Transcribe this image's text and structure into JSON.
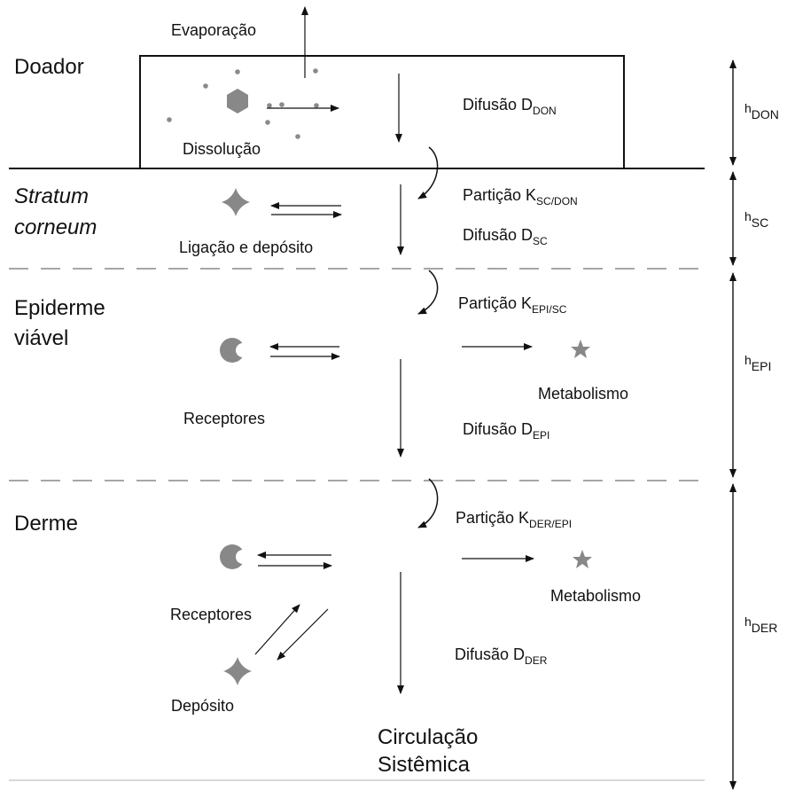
{
  "regions": {
    "donor": "Doador",
    "sc_line1": "Stratum",
    "sc_line2": "corneum",
    "epi_line1": "Epiderme",
    "epi_line2": "viável",
    "derm": "Derme",
    "circ_line1": "Circulação",
    "circ_line2": "Sistêmica"
  },
  "processes": {
    "evaporation": "Evaporação",
    "dissolution": "Dissolução",
    "binding_depot": "Ligação e depósito",
    "receptors_epi": "Receptores",
    "metabolism_epi": "Metabolismo",
    "receptors_der": "Receptores",
    "metabolism_der": "Metabolismo",
    "depot": "Depósito"
  },
  "transport": {
    "diff_don": {
      "text": "Difusão D",
      "sub": "DON"
    },
    "part_sc": {
      "text": "Partição K",
      "sub": "SC/DON"
    },
    "diff_sc": {
      "text": "Difusão D",
      "sub": "SC"
    },
    "part_epi": {
      "text": "Partição K",
      "sub": "EPI/SC"
    },
    "diff_epi": {
      "text": "Difusão D",
      "sub": "EPI"
    },
    "part_der": {
      "text": "Partição K",
      "sub": "DER/EPI"
    },
    "diff_der": {
      "text": "Difusão D",
      "sub": "DER"
    }
  },
  "thickness": {
    "h_don": {
      "sym": "h",
      "sub": "DON"
    },
    "h_sc": {
      "sym": "h",
      "sub": "SC"
    },
    "h_epi": {
      "sym": "h",
      "sub": "EPI"
    },
    "h_der": {
      "sym": "h",
      "sub": "DER"
    }
  },
  "colors": {
    "line": "#111111",
    "shape_gray": "#8a8a8a",
    "dash": "#999999"
  }
}
